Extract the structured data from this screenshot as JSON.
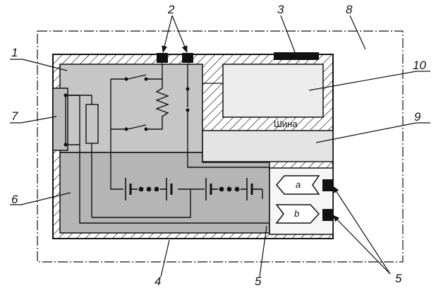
{
  "labels": {
    "n1": "1",
    "n2": "2",
    "n3": "3",
    "n4": "4",
    "n5_bottom": "5",
    "n5_right": "5",
    "n6": "6",
    "n7": "7",
    "n8": "8",
    "n9": "9",
    "n10": "10"
  },
  "bus_label": "Шина",
  "ports": {
    "a": "a",
    "b": "b"
  },
  "colors": {
    "module_light": "#c6c6c6",
    "module_dark": "#b5b5b5",
    "display": "#ececec",
    "bus": "#e4e4e4",
    "port_area": "#f6f6f6",
    "line": "#111111"
  }
}
